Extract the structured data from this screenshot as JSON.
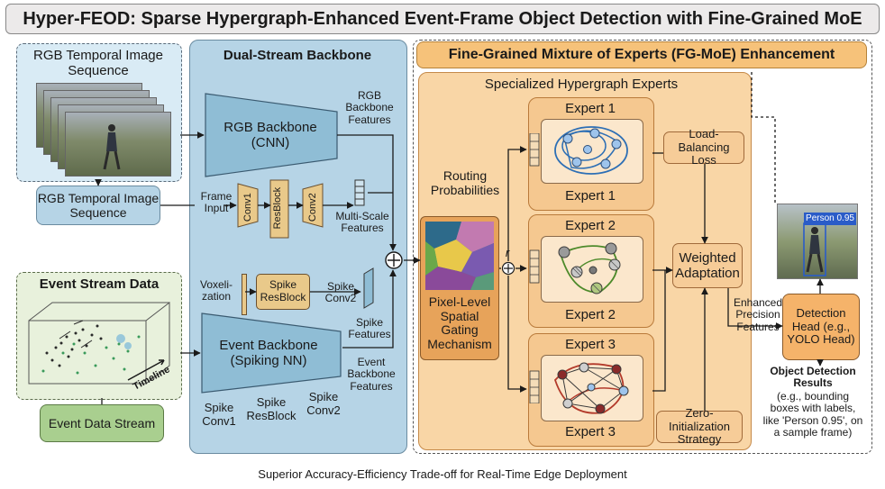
{
  "title": "Hyper-FEOD: Sparse Hypergraph-Enhanced Event-Frame Object Detection with Fine-Grained MoE",
  "footer": "Superior Accuracy-Efficiency Trade-off for Real-Time Edge Deployment",
  "rgb_input": {
    "panel_title": "RGB Temporal Image Sequence",
    "box_label": "RGB Temporal Image Sequence"
  },
  "event_input": {
    "panel_title": "Event Stream Data",
    "timeline": "Timeline",
    "box_label": "Event Data Stream"
  },
  "backbone": {
    "title": "Dual-Stream Backbone",
    "rgb_backbone": "RGB Backbone (CNN)",
    "rgb_features": "RGB Backbone Features",
    "frame_input": "Frame Input",
    "conv1": "Conv1",
    "resblock": "ResBlock",
    "conv2": "Conv2",
    "multiscale": "Multi-Scale Features",
    "voxelization": "Voxeli- zation",
    "spike_resblock": "Spike ResBlock",
    "spike_conv2_mid": "Spike Conv2",
    "spike_features": "Spike Features",
    "event_backbone": "Event Backbone (Spiking NN)",
    "event_features": "Event Backbone Features",
    "bottom_spike_conv1": "Spike Conv1",
    "bottom_spike_resblock": "Spike ResBlock",
    "bottom_spike_conv2": "Spike Conv2"
  },
  "moe": {
    "title": "Fine-Grained Mixture of Experts (FG-MoE) Enhancement",
    "experts_title": "Specialized Hypergraph Experts",
    "routing": "Routing Probabilities",
    "gating": "Pixel-Level Spatial Gating Mechanism",
    "r_label": "r",
    "experts": [
      {
        "top": "Expert 1",
        "bottom": "Expert 1"
      },
      {
        "top": "Expert 2",
        "bottom": "Expert 2"
      },
      {
        "top": "Expert 3",
        "bottom": "Expert 3"
      }
    ],
    "load_balancing": "Load-Balancing Loss",
    "weighted": "Weighted Adaptation",
    "zero_init": "Zero-Initialization Strategy"
  },
  "output": {
    "person_label": "Person 0.95",
    "enhanced": "Enhanced Precision Features",
    "detection_head": "Detection Head (e.g., YOLO Head)",
    "results_title": "Object Detection Results",
    "results_desc": "(e.g., bounding boxes with labels, like 'Person 0.95', on a sample frame)"
  },
  "colors": {
    "blue_panel": "#b6d4e6",
    "orange_panel": "#f9d6a6",
    "expert_panel": "#f5c890",
    "green_panel": "#e8f1dc",
    "hyperedge_blue": "#2d6fb5",
    "hyperedge_green": "#4d8a2a",
    "hyperedge_red": "#b33a2a"
  }
}
